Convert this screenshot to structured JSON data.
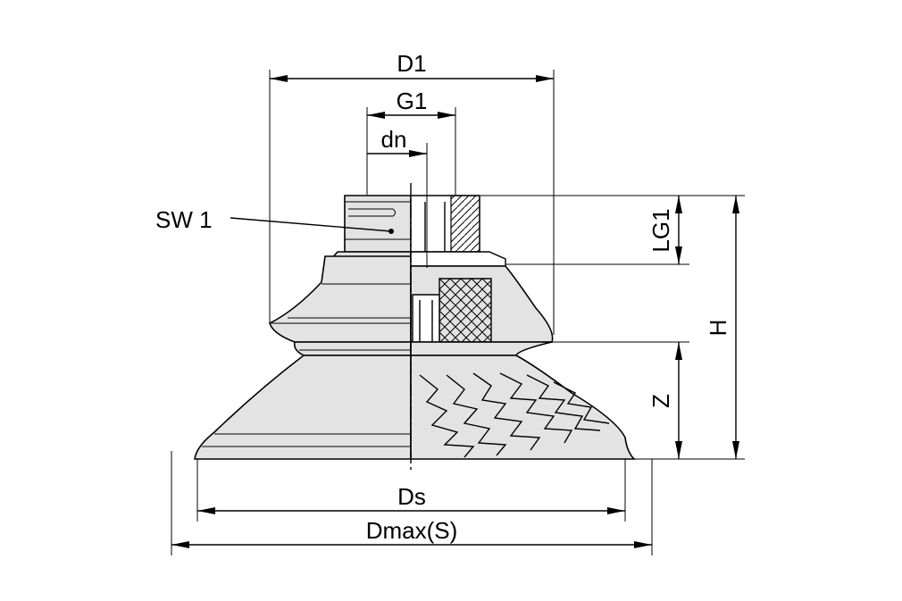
{
  "labels": {
    "d1": "D1",
    "g1": "G1",
    "dn": "dn",
    "sw1": "SW 1",
    "lg1": "LG1",
    "h": "H",
    "z": "Z",
    "ds": "Ds",
    "dmax": "Dmax(S)"
  }
}
